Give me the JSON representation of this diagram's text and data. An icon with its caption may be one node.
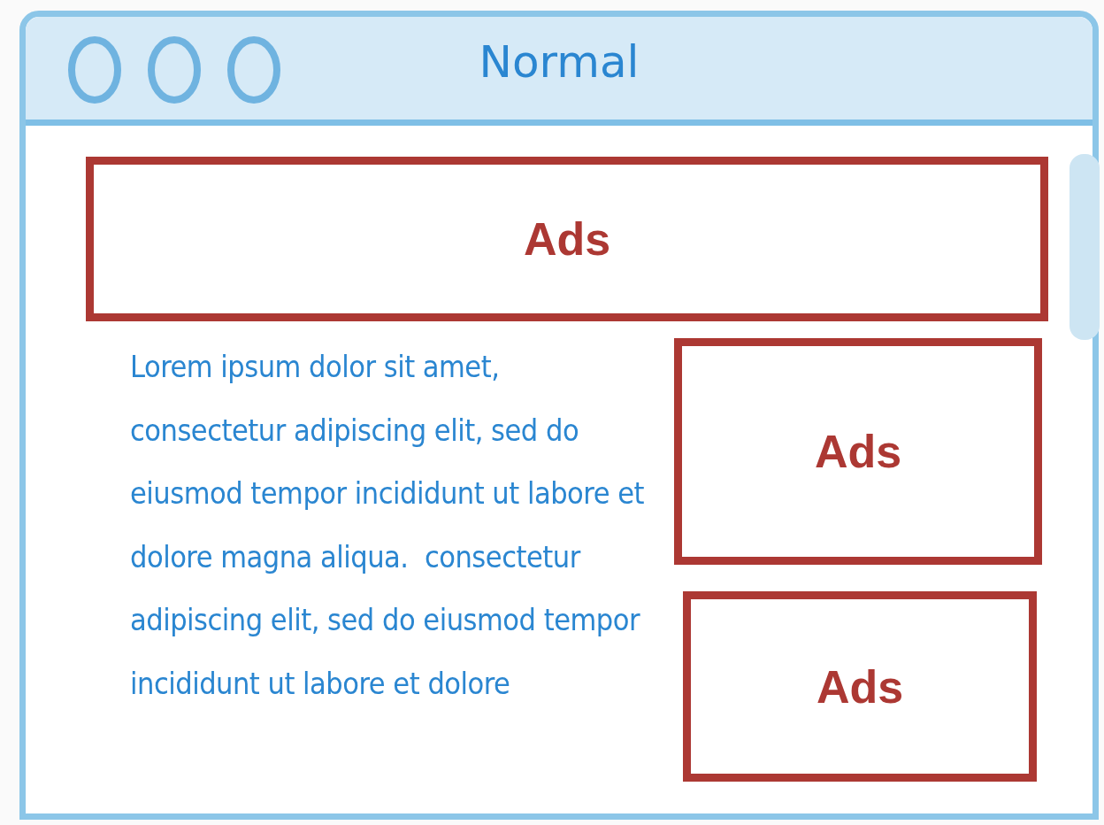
{
  "diagram": {
    "nodes": [
      {
        "text": [
          "Normal"
        ]
      },
      {
        "text": [
          "Ads"
        ],
        "in": 0
      },
      {
        "text": [
          "Ads"
        ],
        "in": 0
      },
      {
        "text": [
          "Ads"
        ],
        "in": 0
      }
    ],
    "labels": [
      "Lorem ipsum dolor sit amet, consectetur adipiscing elit, sed do eiusmod tempor incididunt ut labore et dolore magna aliqua.  consectetur adipiscing elit, sed do eiusmod tempor incididunt ut labore et dolore"
    ]
  }
}
